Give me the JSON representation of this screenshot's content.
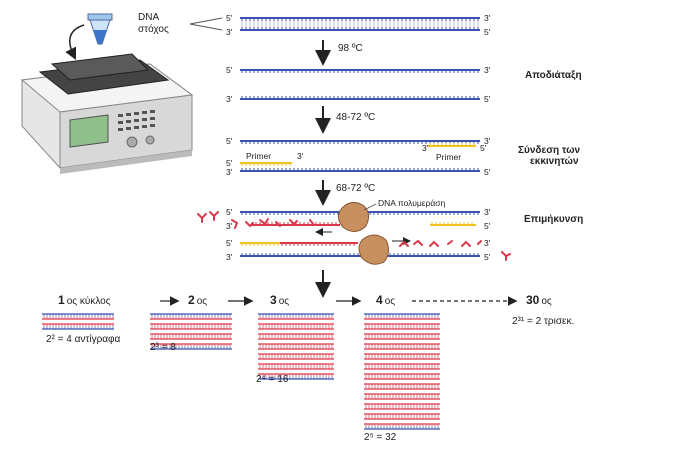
{
  "target_label": "DNA\nστόχος",
  "strand_end_5": "5'",
  "strand_end_3": "3'",
  "steps": [
    {
      "temperature": "98 ºC",
      "name": "Αποδιάταξη"
    },
    {
      "temperature": "48-72 ºC",
      "name": "Σύνδεση των\nεκκινητών"
    },
    {
      "temperature": "68-72 ºC",
      "name": "Επιμήκυνση"
    }
  ],
  "primer_label": "Primer",
  "polymerase_label": "DNA πολυμεράση",
  "cycles": [
    {
      "number": "1",
      "suffix": "ος κύκλος",
      "formula": "2² = 4 αντίγραφα"
    },
    {
      "number": "2",
      "suffix": "ος",
      "formula": "2³ = 8"
    },
    {
      "number": "3",
      "suffix": "ος",
      "formula": "2⁴ = 16"
    },
    {
      "number": "4",
      "suffix": "ος",
      "formula": "2⁵ = 32"
    },
    {
      "number": "30",
      "suffix": "ος",
      "formula": "2³¹ = 2 τρισεκ."
    }
  ],
  "colors": {
    "dna_blue": "#3a52b3",
    "primer_yellow": "#f2c320",
    "new_strand_red": "#d9394a",
    "polymerase": "#c8905e",
    "machine_body": "#e6e6e6",
    "screen": "#8fc08b"
  },
  "icons": [
    "pipette-icon",
    "pcr-thermocycler-icon",
    "down-arrow-icon",
    "right-arrow-icon"
  ]
}
